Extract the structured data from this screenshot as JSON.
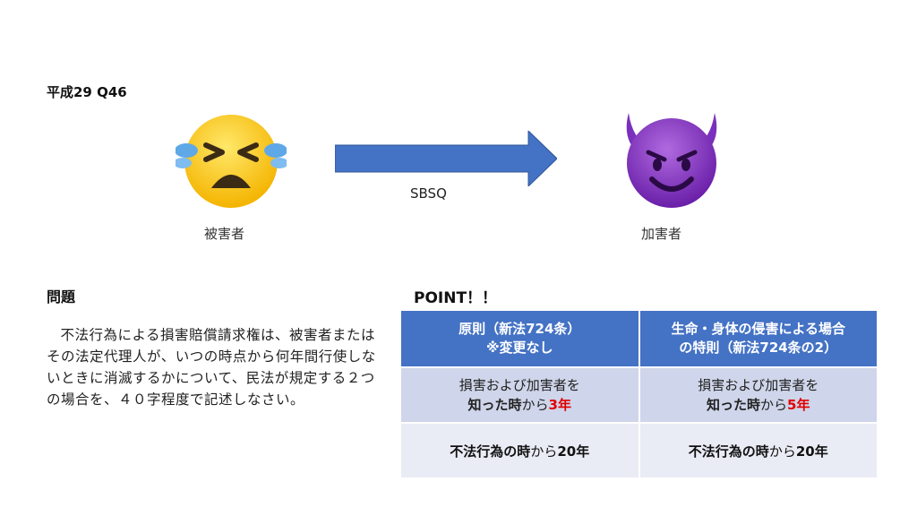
{
  "slide": {
    "title": "平成29 Q46"
  },
  "diagram": {
    "victim_label": "被害者",
    "perpetrator_label": "加害者",
    "arrow_label": "SBSQ",
    "victim_icon": "tired-face-icon",
    "perpetrator_icon": "smiling-devil-icon",
    "arrow_color": "#4472c4"
  },
  "problem": {
    "heading": "問題",
    "text": "不法行為による損害賠償請求権は、被害者またはその法定代理人が、いつの時点から何年間行使しないときに消滅するかについて、民法が規定する２つの場合を、４０字程度で記述しなさい。"
  },
  "point": {
    "heading": "POINT！！",
    "col1_header_line1": "原則（新法724条）",
    "col1_header_line2": "※変更なし",
    "col2_header_line1": "生命・身体の侵害による場合",
    "col2_header_line2": "の特則（新法724条の2）",
    "row1_line1": "損害および加害者を",
    "row1_bold": "知った時",
    "row1_mid": "から",
    "col1_years": "3年",
    "col2_years": "5年",
    "row2_bold1": "不法行為の時",
    "row2_mid": "から",
    "row2_bold2": "20年",
    "header_color": "#4472c4",
    "highlight_color": "#e00000"
  }
}
